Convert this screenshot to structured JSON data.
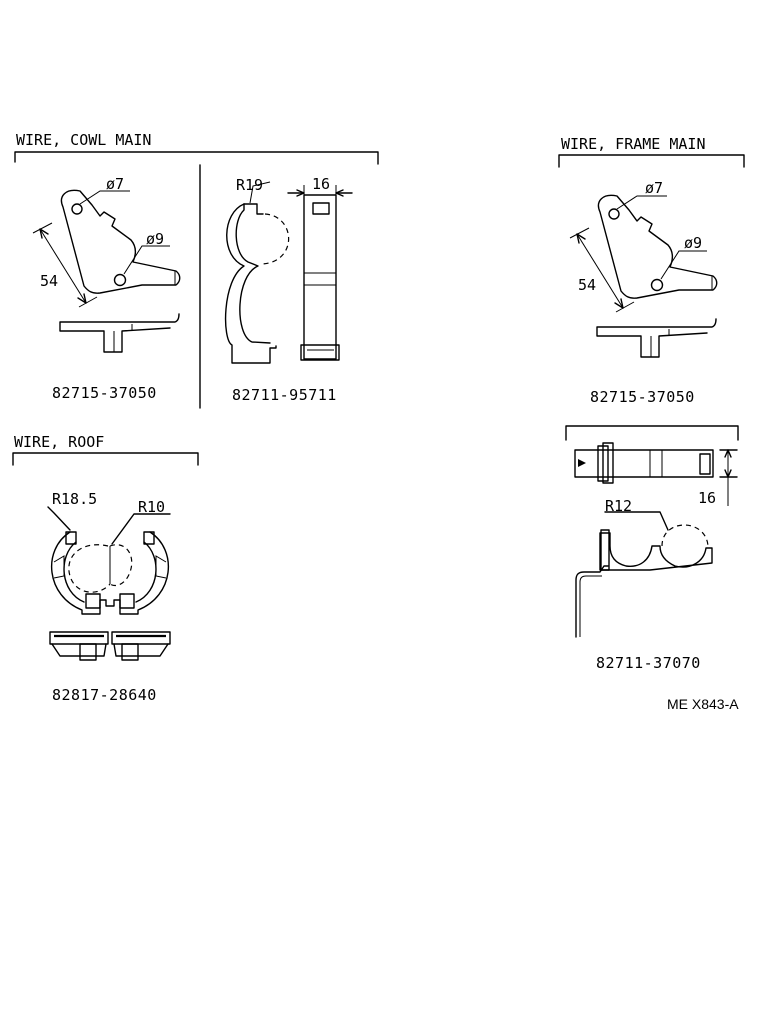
{
  "groups": {
    "cowl_main": {
      "label": "WIRE, COWL  MAIN",
      "bracket": {
        "part_number": "82715-37050",
        "hole_small": "ø7",
        "hole_large": "ø9",
        "length": "54"
      },
      "clamp": {
        "part_number": "82711-95711",
        "radius": "R19",
        "width": "16"
      }
    },
    "frame_main": {
      "label": "WIRE, FRAME  MAIN",
      "bracket": {
        "part_number": "82715-37050",
        "hole_small": "ø7",
        "hole_large": "ø9",
        "length": "54"
      },
      "clamp": {
        "part_number": "82711-37070",
        "radius": "R12",
        "height": "16"
      }
    },
    "roof": {
      "label": "WIRE, ROOF",
      "clamp": {
        "part_number": "82817-28640",
        "radius_large": "R18.5",
        "radius_small": "R10"
      }
    }
  },
  "diagram_code": "ME X843-A"
}
